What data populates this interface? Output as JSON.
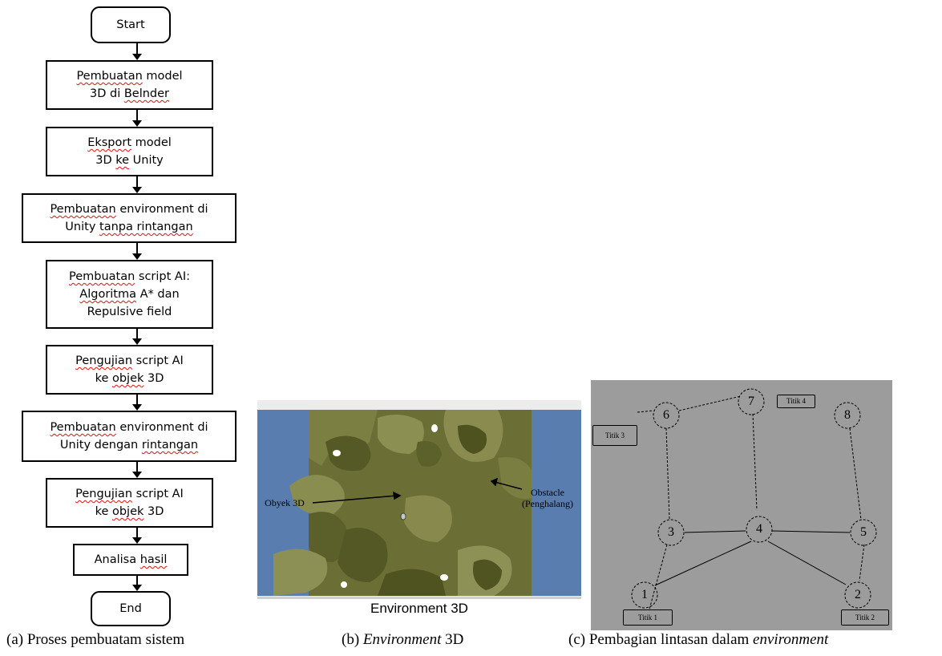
{
  "flowchart": {
    "steps": [
      {
        "segments": [
          {
            "t": "Start"
          }
        ]
      },
      {
        "segments": [
          {
            "t": "Pembuatan",
            "sq": true
          },
          {
            "t": " model\n3D di "
          },
          {
            "t": "Belnder",
            "sq": true
          }
        ]
      },
      {
        "segments": [
          {
            "t": "Eksport",
            "sq": true
          },
          {
            "t": " model\n3D "
          },
          {
            "t": "ke",
            "sq": true
          },
          {
            "t": " Unity"
          }
        ]
      },
      {
        "segments": [
          {
            "t": "Pembuatan",
            "sq": true
          },
          {
            "t": " environment di\nUnity "
          },
          {
            "t": "tanpa rintangan",
            "sq": true
          }
        ]
      },
      {
        "segments": [
          {
            "t": "Pembuatan",
            "sq": true
          },
          {
            "t": " script AI:\n"
          },
          {
            "t": "Algoritma",
            "sq": true
          },
          {
            "t": " A* dan\nRepulsive field"
          }
        ]
      },
      {
        "segments": [
          {
            "t": "Pengujian",
            "sq": true
          },
          {
            "t": " script AI\nke "
          },
          {
            "t": "objek",
            "sq": true
          },
          {
            "t": " 3D"
          }
        ]
      },
      {
        "segments": [
          {
            "t": "Pembuatan",
            "sq": true
          },
          {
            "t": " environment di\nUnity dengan "
          },
          {
            "t": "rintangan",
            "sq": true
          }
        ]
      },
      {
        "segments": [
          {
            "t": "Pengujian",
            "sq": true
          },
          {
            "t": " script AI\nke "
          },
          {
            "t": "objek",
            "sq": true
          },
          {
            "t": " 3D"
          }
        ]
      },
      {
        "segments": [
          {
            "t": "Analisa "
          },
          {
            "t": "hasil",
            "sq": true
          }
        ]
      },
      {
        "segments": [
          {
            "t": "End"
          }
        ]
      }
    ]
  },
  "environment": {
    "label_object": "Obyek 3D",
    "label_obstacle": "Obstacle\n(Penghalang)",
    "title": "Environment 3D",
    "colors": {
      "terrain": "#6b6e35",
      "water": "#5a7db0"
    }
  },
  "graph": {
    "nodes": [
      {
        "id": "n1",
        "label": "1"
      },
      {
        "id": "n2",
        "label": "2"
      },
      {
        "id": "n3",
        "label": "3"
      },
      {
        "id": "n4",
        "label": "4"
      },
      {
        "id": "n5",
        "label": "5"
      },
      {
        "id": "n6",
        "label": "6"
      },
      {
        "id": "n7",
        "label": "7"
      },
      {
        "id": "n8",
        "label": "8"
      }
    ],
    "tags": {
      "t1": "Titik 1",
      "t2": "Titik 2",
      "t3": "Titik 3",
      "t4": "Titik 4"
    }
  },
  "captions": {
    "a": "(a) Proses pembuatam sistem",
    "b_pre": "(b) ",
    "b_em": "Environment",
    "b_post": " 3D",
    "c_pre": "(c) Pembagian lintasan dalam ",
    "c_em": "environment"
  }
}
